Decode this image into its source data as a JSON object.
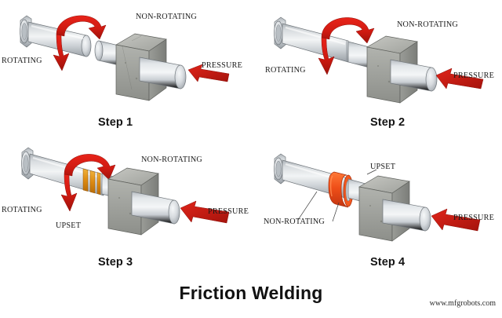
{
  "figure": {
    "title": "Friction Welding",
    "watermark": "www.mfgrobots.com",
    "background_color": "#ffffff",
    "accent_colors": {
      "arrow_red": "#d81f14",
      "arrow_red_dark": "#a8140c",
      "upset_orange": "#e8941a",
      "flash_orange": "#ee4d18",
      "metal_light": "#e3e6e8",
      "metal_mid": "#c3c8cc",
      "metal_dark": "#9aa0a5",
      "clamp_light": "#b9bab5",
      "clamp_mid": "#9c9e99",
      "clamp_dark": "#7d7f7b",
      "text": "#1a1a1a"
    }
  },
  "steps": [
    {
      "id": "step-1",
      "label": "Step 1",
      "annotations": {
        "rotating": "ROTATING",
        "non_rotating": "NON-ROTATING",
        "pressure": "PRESSURE"
      },
      "description_state": "parts-separated"
    },
    {
      "id": "step-2",
      "label": "Step 2",
      "annotations": {
        "rotating": "ROTATING",
        "non_rotating": "NON-ROTATING",
        "pressure": "PRESSURE"
      },
      "description_state": "parts-in-contact"
    },
    {
      "id": "step-3",
      "label": "Step 3",
      "annotations": {
        "rotating": "ROTATING",
        "non_rotating": "NON-ROTATING",
        "pressure": "PRESSURE",
        "upset": "UPSET"
      },
      "description_state": "heating-upset-forming"
    },
    {
      "id": "step-4",
      "label": "Step 4",
      "annotations": {
        "non_rotating": "NON-ROTATING",
        "pressure": "PRESSURE",
        "upset": "UPSET"
      },
      "description_state": "weld-complete-flash"
    }
  ]
}
